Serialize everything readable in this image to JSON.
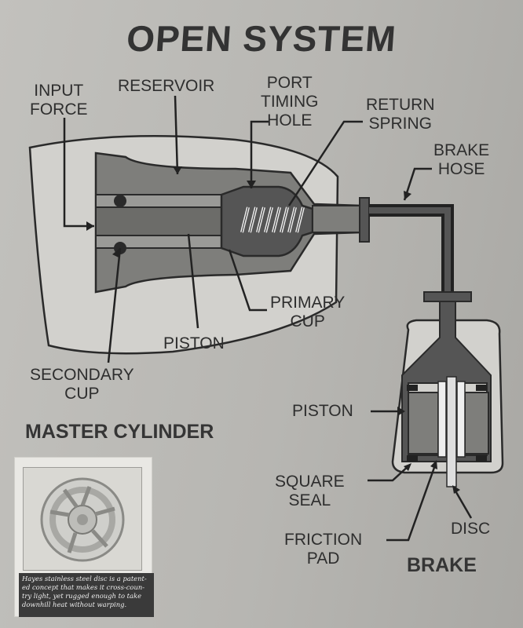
{
  "title": "OPEN SYSTEM",
  "labels": {
    "input_force": [
      "INPUT",
      "FORCE"
    ],
    "reservoir": "RESERVOIR",
    "port_timing_hole": [
      "PORT",
      "TIMING",
      "HOLE"
    ],
    "return_spring": [
      "RETURN",
      "SPRING"
    ],
    "brake_hose": [
      "BRAKE",
      "HOSE"
    ],
    "primary_cup": [
      "PRIMARY",
      "CUP"
    ],
    "piston_master": "PISTON",
    "secondary_cup": [
      "SECONDARY",
      "CUP"
    ],
    "master_cylinder": "MASTER CYLINDER",
    "piston_brake": "PISTON",
    "square_seal": [
      "SQUARE",
      "SEAL"
    ],
    "disc": "DISC",
    "friction_pad": [
      "FRICTION",
      "PAD"
    ],
    "brake": "BRAKE"
  },
  "photo_caption": "Hayes stainless steel disc is a patent-ed concept that makes it cross-coun-try light, yet rugged enough to take downhill heat without warping.",
  "colors": {
    "background": "#b9b8b4",
    "housing": "#cfcecb",
    "body": "#7e7e7b",
    "fluid": "#555555",
    "line": "#222222"
  }
}
